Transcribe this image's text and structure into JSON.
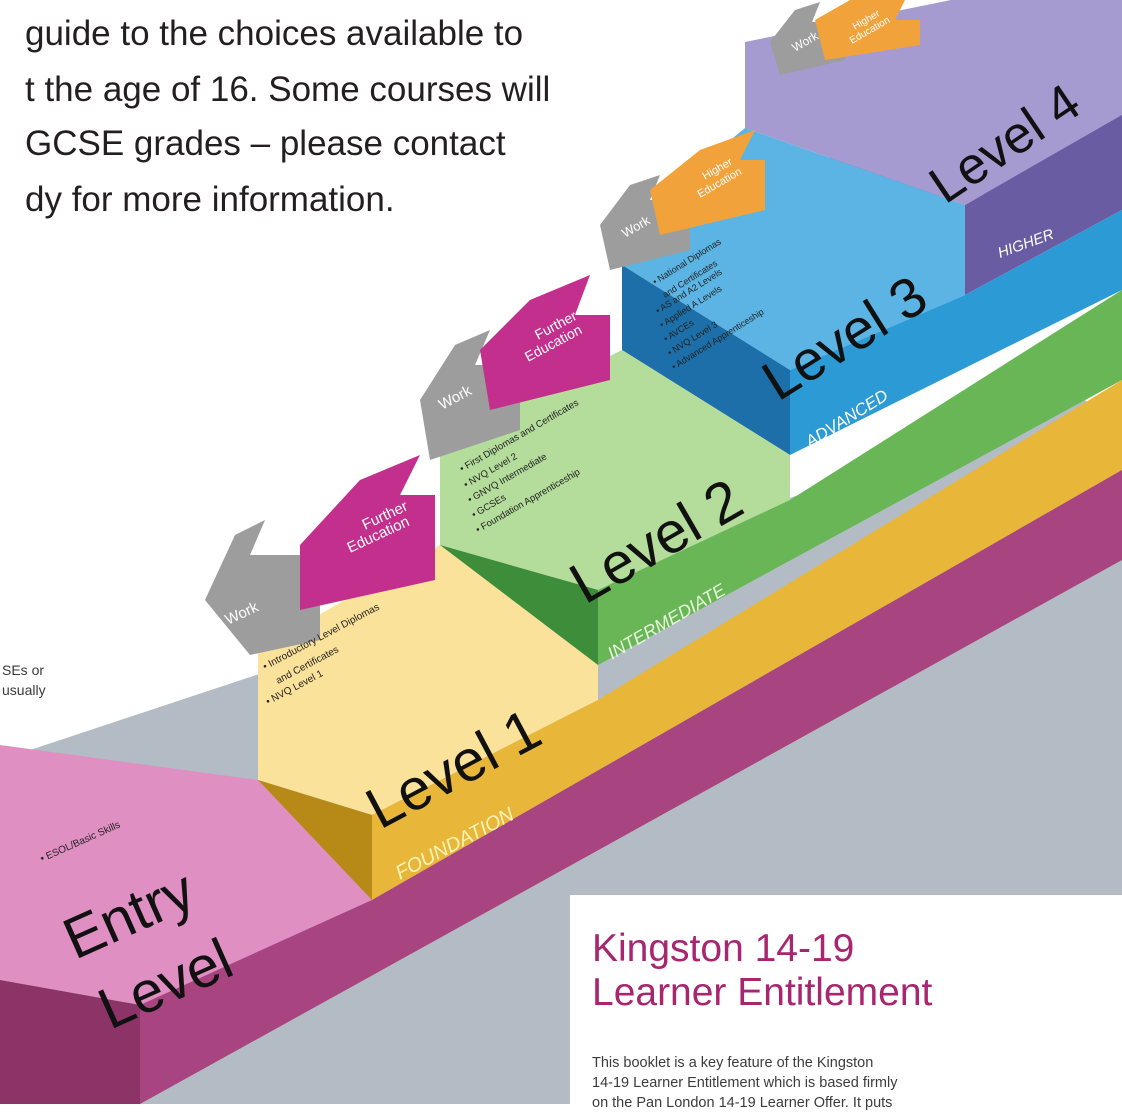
{
  "intro": {
    "lines": [
      "guide to the choices available to",
      "t the age of 16. Some courses will",
      "GCSE grades – please contact",
      "dy for more information."
    ]
  },
  "stray_text": [
    "SEs or",
    "usually"
  ],
  "colors": {
    "entry": "#c2518f",
    "foundation": "#e8b638",
    "intermediate": "#69b657",
    "advanced": "#2b9ad5",
    "higher": "#8576b8",
    "panel_title": "#a8266f",
    "arrow_work": "#999999",
    "arrow_further": "#c32f8c",
    "arrow_higher": "#f1a23a"
  },
  "steps": [
    {
      "id": "entry",
      "title": [
        "Entry",
        "Level"
      ],
      "band": "",
      "bullets": [
        "• ESOL/Basic Skills"
      ]
    },
    {
      "id": "level1",
      "title": [
        "Level 1"
      ],
      "band": "FOUNDATION",
      "bullets": [
        "• Introductory Level Diplomas",
        "and Certificates",
        "• NVQ Level 1"
      ]
    },
    {
      "id": "level2",
      "title": [
        "Level 2"
      ],
      "band": "INTERMEDIATE",
      "bullets": [
        "• First Diplomas and Certificates",
        "• NVQ Level 2",
        "• GNVQ Intermediate",
        "• GCSEs",
        "• Foundation Apprenticeship"
      ]
    },
    {
      "id": "level3",
      "title": [
        "Level 3"
      ],
      "band": "ADVANCED",
      "bullets": [
        "• National Diplomas",
        "and Certificates",
        "• AS and A2 Levels",
        "• Applied A Levels",
        "• AVCEs",
        "• NVQ Level 3",
        "• Advanced Apprenticeship"
      ]
    },
    {
      "id": "level4",
      "title": [
        "Level 4"
      ],
      "band": "HIGHER",
      "bullets": []
    }
  ],
  "arrows": [
    {
      "work": "Work",
      "dest": [
        "Further",
        "Education"
      ]
    },
    {
      "work": "Work",
      "dest": [
        "Further",
        "Education"
      ]
    },
    {
      "work": "Work",
      "dest": [
        "Higher",
        "Education"
      ]
    },
    {
      "work": "Work",
      "dest": [
        "Higher",
        "Education"
      ]
    }
  ],
  "panel": {
    "title_lines": [
      "Kingston 14-19",
      "Learner Entitlement"
    ],
    "body_lines": [
      "This booklet is a key feature of the Kingston",
      "14-19 Learner Entitlement which is based firmly",
      "on the Pan London 14-19 Learner Offer. It puts"
    ]
  }
}
